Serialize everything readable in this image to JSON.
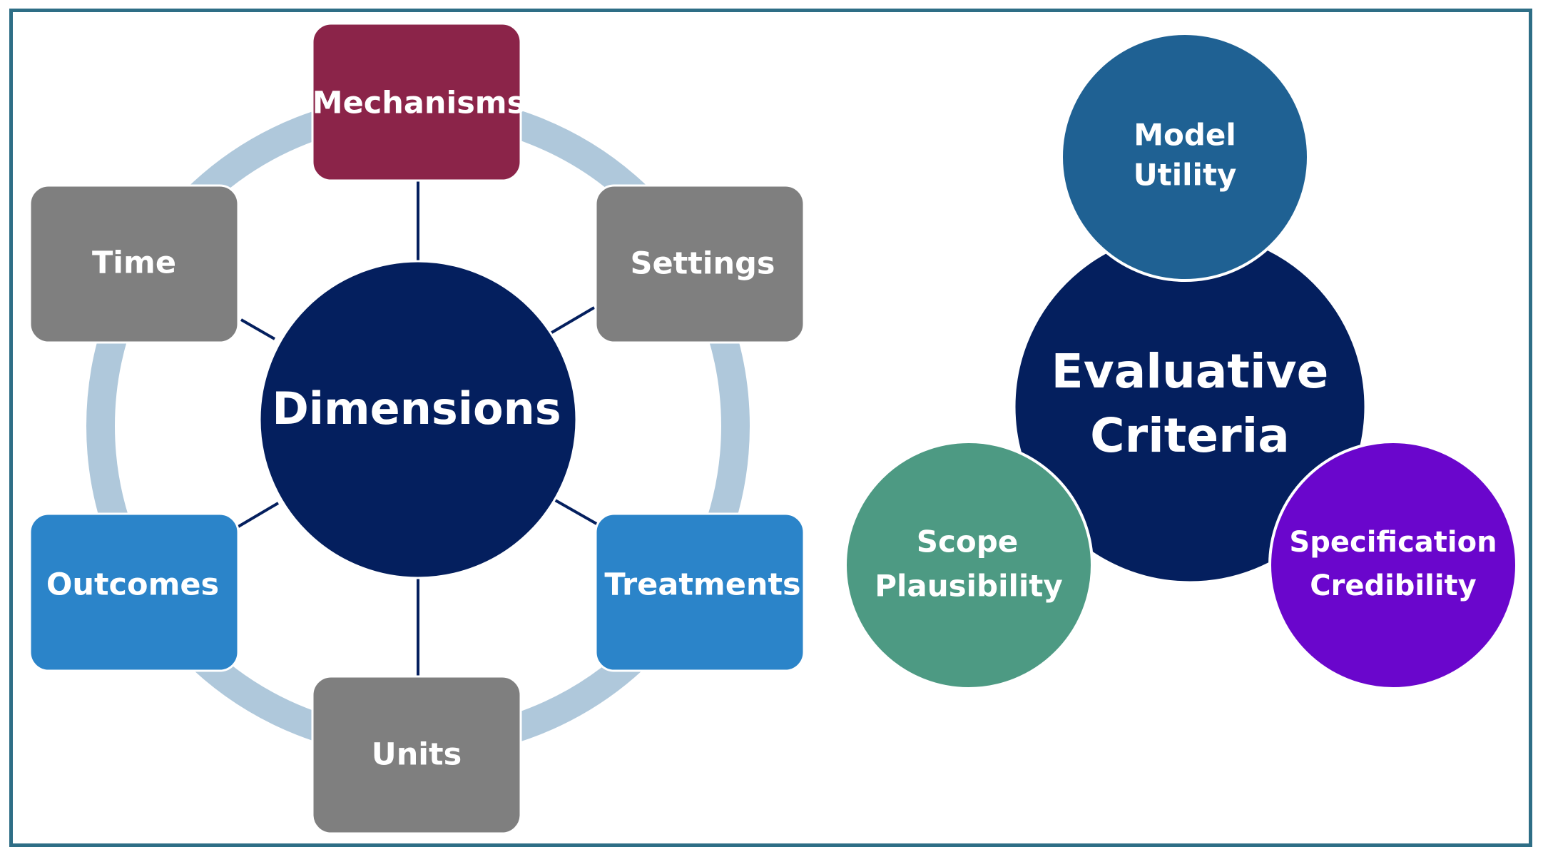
{
  "dimensions": {
    "center_label": "Dimensions",
    "nodes": [
      {
        "key": "mechanisms",
        "label": "Mechanisms",
        "color": "#8b2449"
      },
      {
        "key": "settings",
        "label": "Settings",
        "color": "#7f7f7f"
      },
      {
        "key": "treatments",
        "label": "Treatments",
        "color": "#2b84c9"
      },
      {
        "key": "units",
        "label": "Units",
        "color": "#7f7f7f"
      },
      {
        "key": "outcomes",
        "label": "Outcomes",
        "color": "#2b84c9"
      },
      {
        "key": "time",
        "label": "Time",
        "color": "#7f7f7f"
      }
    ],
    "center_color": "#041f5e",
    "ring_color": "#afc8db"
  },
  "evaluative_criteria": {
    "center_label_line1": "Evaluative",
    "center_label_line2": "Criteria",
    "center_color": "#041f5e",
    "satellites": [
      {
        "key": "model-utility",
        "line1": "Model",
        "line2": "Utility",
        "color": "#1f6193"
      },
      {
        "key": "scope-plausibility",
        "line1": "Scope",
        "line2": "Plausibility",
        "color": "#4d9a83"
      },
      {
        "key": "specification-credibility",
        "line1": "Specification",
        "line2": "Credibility",
        "color": "#6a06cc"
      }
    ]
  }
}
